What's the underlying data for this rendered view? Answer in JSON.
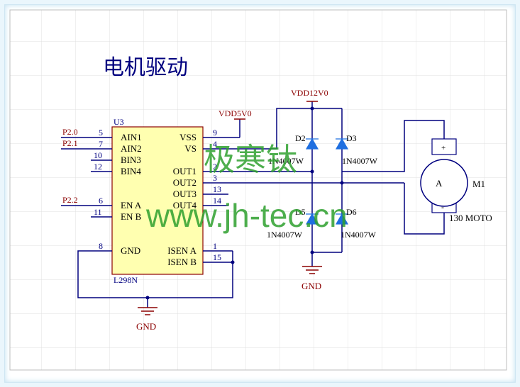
{
  "title": "电机驱动",
  "colors": {
    "wire": "#00007f",
    "label": "#000080",
    "power": "#8b0000",
    "chip_fill": "#ffffb0",
    "chip_border": "#8b0000",
    "diode": "#1f6fe0",
    "grid": "#dcdcdc",
    "watermark": "#2ea02e"
  },
  "ic": {
    "ref": "U3",
    "part": "L298N",
    "left_pins": [
      {
        "num": "5",
        "name": "AIN1",
        "net": "P2.0"
      },
      {
        "num": "7",
        "name": "AIN2",
        "net": "P2.1"
      },
      {
        "num": "10",
        "name": "BIN3",
        "net": ""
      },
      {
        "num": "12",
        "name": "BIN4",
        "net": ""
      },
      {
        "num": "6",
        "name": "EN A",
        "net": "P2.2"
      },
      {
        "num": "11",
        "name": "EN B",
        "net": ""
      },
      {
        "num": "8",
        "name": "GND",
        "net": ""
      }
    ],
    "right_pins": [
      {
        "num": "9",
        "name": "VSS"
      },
      {
        "num": "4",
        "name": "VS"
      },
      {
        "num": "2",
        "name": "OUT1"
      },
      {
        "num": "3",
        "name": "OUT2"
      },
      {
        "num": "13",
        "name": "OUT3"
      },
      {
        "num": "14",
        "name": "OUT4"
      },
      {
        "num": "1",
        "name": "ISEN A"
      },
      {
        "num": "15",
        "name": "ISEN B"
      }
    ]
  },
  "power": {
    "vdd5": "VDD5V0",
    "vdd12": "VDD12V0",
    "gnd1": "GND",
    "gnd2": "GND"
  },
  "diodes": [
    {
      "ref": "D2",
      "part": "1N4007W"
    },
    {
      "ref": "D3",
      "part": "1N4007W"
    },
    {
      "ref": "D5",
      "part": "1N4007W"
    },
    {
      "ref": "D6",
      "part": "1N4007W"
    }
  ],
  "motor": {
    "ref": "M1",
    "symbol": "A",
    "part": "130 MOTO",
    "plus": "+",
    "minus": "-"
  },
  "watermark": {
    "cn": "极寒钛",
    "url": "www.jh-tec.cn"
  }
}
